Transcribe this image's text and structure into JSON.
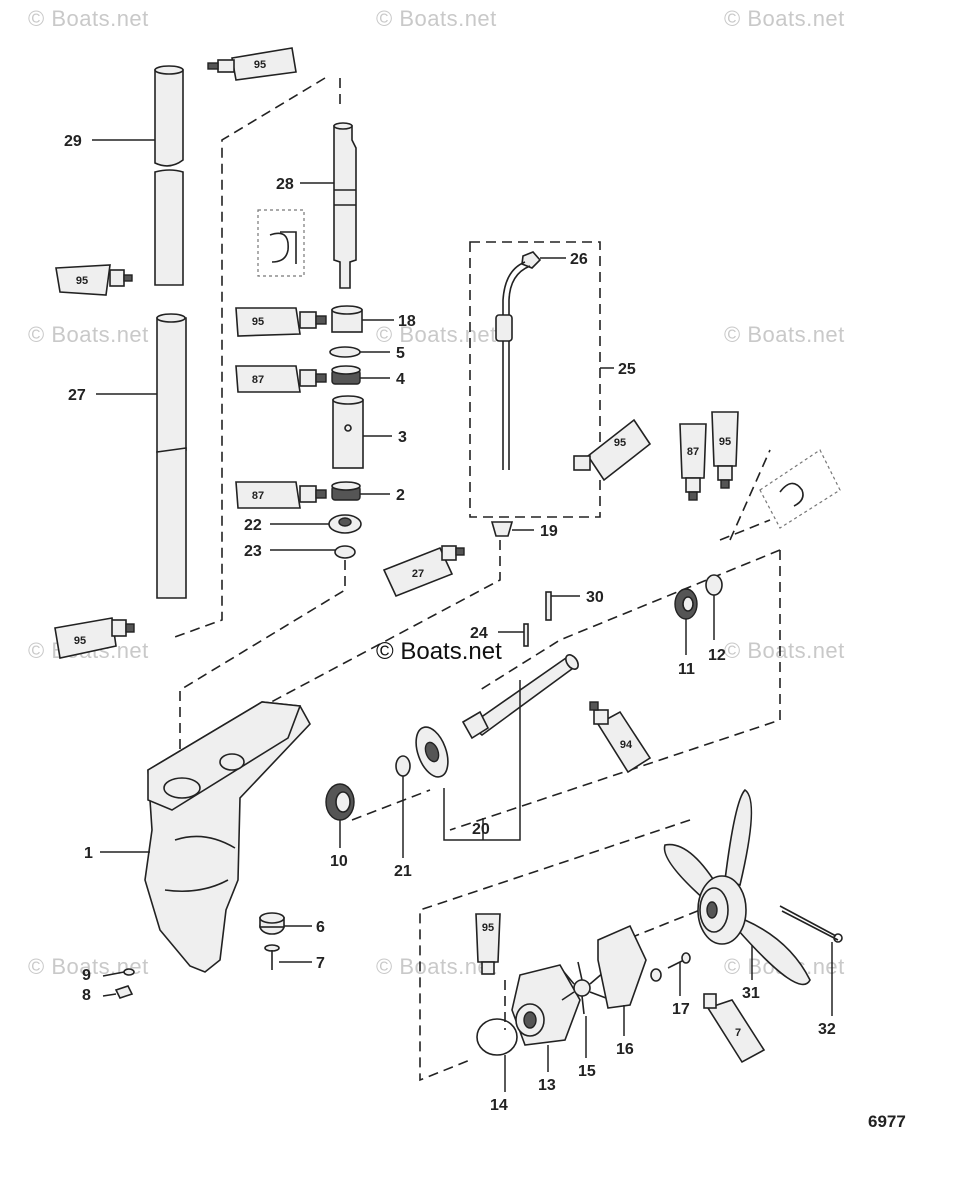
{
  "watermark": "© Boats.net",
  "copyright": "© Boats.net",
  "figure_number": "6977",
  "callouts": {
    "c1": "1",
    "c2": "2",
    "c3": "3",
    "c4": "4",
    "c5": "5",
    "c6": "6",
    "c7": "7",
    "c8": "8",
    "c9": "9",
    "c10": "10",
    "c11": "11",
    "c12": "12",
    "c13": "13",
    "c14": "14",
    "c15": "15",
    "c16": "16",
    "c17": "17",
    "c18": "18",
    "c19": "19",
    "c20": "20",
    "c21": "21",
    "c22": "22",
    "c23": "23",
    "c24": "24",
    "c25": "25",
    "c26": "26",
    "c27": "27",
    "c28": "28",
    "c29": "29",
    "c30": "30",
    "c31": "31",
    "c32": "32"
  },
  "tubes": {
    "t95a": "95",
    "t95b": "95",
    "t95c": "95",
    "t95d": "95",
    "t95e": "95",
    "t95f": "95",
    "t95g": "95",
    "t87a": "87",
    "t87b": "87",
    "t87c": "87",
    "t27": "27",
    "t94": "94",
    "t7": "7"
  }
}
